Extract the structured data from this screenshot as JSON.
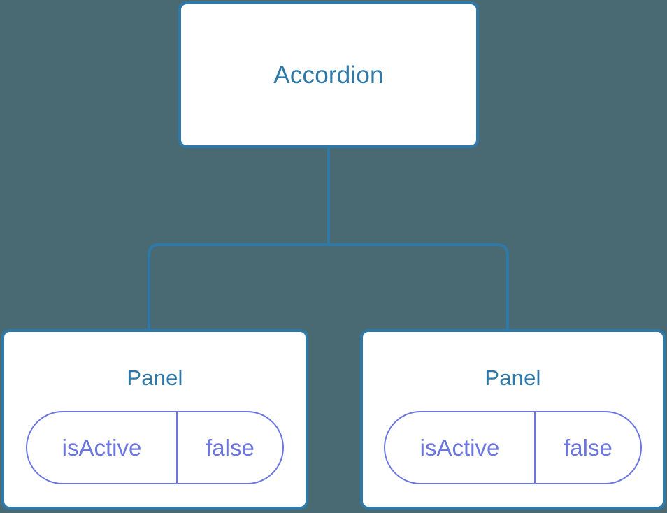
{
  "diagram": {
    "type": "component-tree",
    "background_color": "#4a6a73",
    "node_border_color": "#2e79a8",
    "node_fill_color": "#ffffff",
    "title_text_color": "#2e79a8",
    "prop_accent_color": "#6b76e0",
    "connector_color": "#2e79a8",
    "root": {
      "label": "Accordion"
    },
    "children": [
      {
        "label": "Panel",
        "props": [
          {
            "key": "isActive",
            "value": "false"
          }
        ]
      },
      {
        "label": "Panel",
        "props": [
          {
            "key": "isActive",
            "value": "false"
          }
        ]
      }
    ]
  }
}
